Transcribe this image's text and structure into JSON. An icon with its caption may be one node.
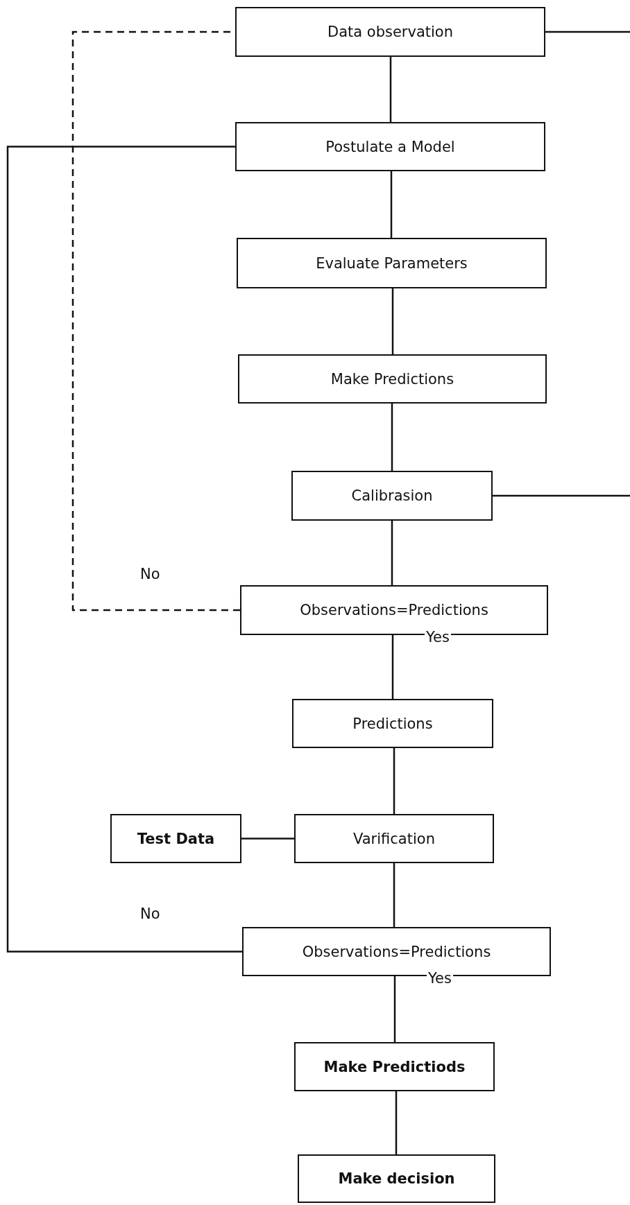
{
  "diagram": {
    "nodes": [
      {
        "text": [
          "Data observation"
        ]
      },
      {
        "text": [
          "Postulate a Model"
        ]
      },
      {
        "text": [
          "Evaluate Parameters"
        ]
      },
      {
        "text": [
          "Make Predictions"
        ]
      },
      {
        "text": [
          "Calibrasion"
        ]
      },
      {
        "text": [
          "Observations=Predictions"
        ]
      },
      {
        "text": [
          "Predictions"
        ]
      },
      {
        "text": [
          "Test Data"
        ]
      },
      {
        "text": [
          "Varification"
        ]
      },
      {
        "text": [
          "Observations=Predictions"
        ]
      },
      {
        "text": [
          "Make Predictiods"
        ]
      },
      {
        "text": [
          "Make decision"
        ]
      }
    ],
    "edges": [
      {
        "from": 0,
        "to": 1,
        "arrow": "none"
      },
      {
        "from": 1,
        "to": 2,
        "arrow": "none"
      },
      {
        "from": 2,
        "to": 3,
        "arrow": "none"
      },
      {
        "from": 3,
        "to": 4,
        "arrow": "none"
      },
      {
        "from": 4,
        "to": 5,
        "arrow": "none"
      },
      {
        "from": 5,
        "to": 6,
        "arrow": "none",
        "label": "Yes"
      },
      {
        "from": 6,
        "to": 8,
        "arrow": "none"
      },
      {
        "from": 7,
        "to": 8,
        "arrow": "none"
      },
      {
        "from": 8,
        "to": 9,
        "arrow": "none"
      },
      {
        "from": 9,
        "to": 10,
        "arrow": "none",
        "label": "Yes"
      },
      {
        "from": 10,
        "to": 11,
        "arrow": "none"
      },
      {
        "from": 5,
        "to": 0,
        "arrow": "none",
        "label": "No",
        "style": "dashed"
      },
      {
        "from": 9,
        "to": 1,
        "arrow": "none",
        "label": "No"
      },
      {
        "from": 0,
        "to": null,
        "arrow": "none"
      },
      {
        "from": 4,
        "to": null,
        "arrow": "none"
      }
    ]
  }
}
